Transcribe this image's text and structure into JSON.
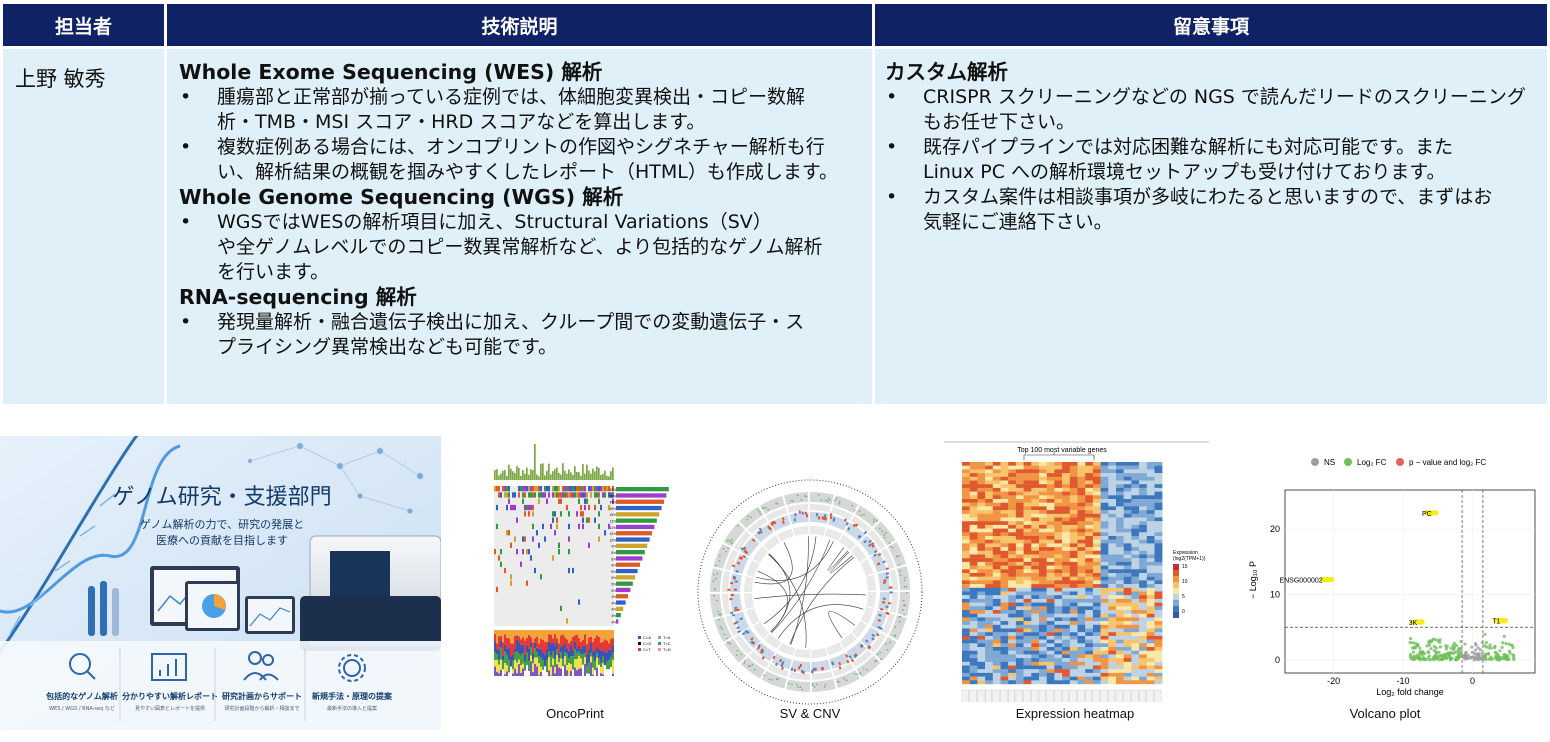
{
  "headers": {
    "person": "担当者",
    "tech": "技術説明",
    "notes": "留意事項"
  },
  "person": "上野 敏秀",
  "tech": {
    "wes": {
      "title": "Whole Exome Sequencing (WES) 解析",
      "b1": [
        "腫瘍部と正常部が揃っている症例では、体細胞変異検出・コピー数解",
        "析・TMB・MSI スコア・HRD スコアなどを算出します。"
      ],
      "b2": [
        "複数症例ある場合には、オンコプリントの作図やシグネチャー解析も行",
        "い、解析結果の概観を掴みやすくしたレポート（HTML）も作成します。"
      ]
    },
    "wgs": {
      "title": "Whole Genome Sequencing (WGS) 解析",
      "b1": [
        "WGSではWESの解析項目に加え、Structural Variations（SV）",
        "や全ゲノムレベルでのコピー数異常解析など、より包括的なゲノム解析",
        "を行います。"
      ]
    },
    "rna": {
      "title": "RNA-sequencing 解析",
      "b1": [
        "発現量解析・融合遺伝子検出に加え、クループ間での変動遺伝子・ス",
        "プライシング異常検出なども可能です。"
      ]
    }
  },
  "notes": {
    "title": "カスタム解析",
    "b1": [
      "CRISPR スクリーニングなどの NGS で読んだリードのスクリーニング",
      "もお任せ下さい。"
    ],
    "b2": [
      "既存パイプラインでは対応困難な解析にも対応可能です。また",
      "Linux PC への解析環境セットアップも受け付けております。"
    ],
    "b3": [
      "カスタム案件は相談事項が多岐にわたると思いますので、まずはお",
      "気軽にご連絡下さい。"
    ]
  },
  "bullet": "•",
  "banner": {
    "title": "ゲノム研究・支援部門",
    "sub1": "ゲノム解析の力で、研究の発展と",
    "sub2": "医療への貢献を目指します",
    "features": [
      "包括的なゲノム解析",
      "分かりやすい解析レポート",
      "研究計画からサポート",
      "新規手法・原理の提案"
    ],
    "captions": [
      "WES / WGS / RNA-seq など",
      "見やすい図表とレポートを提供",
      "研究計画段階から解析・相談まで",
      "最新手法の導入と提案"
    ]
  },
  "labels": {
    "oncoprint": "OncoPrint",
    "sv": "SV & CNV",
    "heatmap": "Expression heatmap",
    "volcano": "Volcano plot"
  },
  "heatmap": {
    "title": "Top 100 most variable genes",
    "legend_title": "Expression",
    "legend_sub": "(log2(TPM+1))",
    "legend_ticks": [
      "15",
      "10",
      "5",
      "0"
    ]
  },
  "volcano": {
    "legend": [
      "NS",
      "Log₂ FC",
      "p − value and log₂ FC"
    ],
    "colors": {
      "ns": "#9e9e9e",
      "fc": "#6fbf5a",
      "both": "#e86060",
      "hl": "#f5ee1a"
    },
    "ylabel": "− Log₁₀ P",
    "xlabel": "Log₂ fold change",
    "xticks": [
      "-20",
      "-10",
      "0"
    ],
    "yticks": [
      "0",
      "10",
      "20"
    ],
    "gene_labels": [
      "PC",
      "ENSG000002",
      "3K",
      "T1"
    ]
  },
  "onco": {
    "pcts": [
      "82%",
      "58%",
      "45%",
      "26%",
      "15%",
      "13%",
      "11%",
      "10%",
      "10%",
      "9%",
      "8%",
      "8%",
      "6%",
      "5%",
      "5%",
      "5%",
      "5%",
      "4%",
      "4%",
      "4%",
      "4%",
      "4%"
    ],
    "legend": [
      "C>A",
      "C>G",
      "C>T",
      "T>A",
      "T>C",
      "T>G"
    ]
  }
}
